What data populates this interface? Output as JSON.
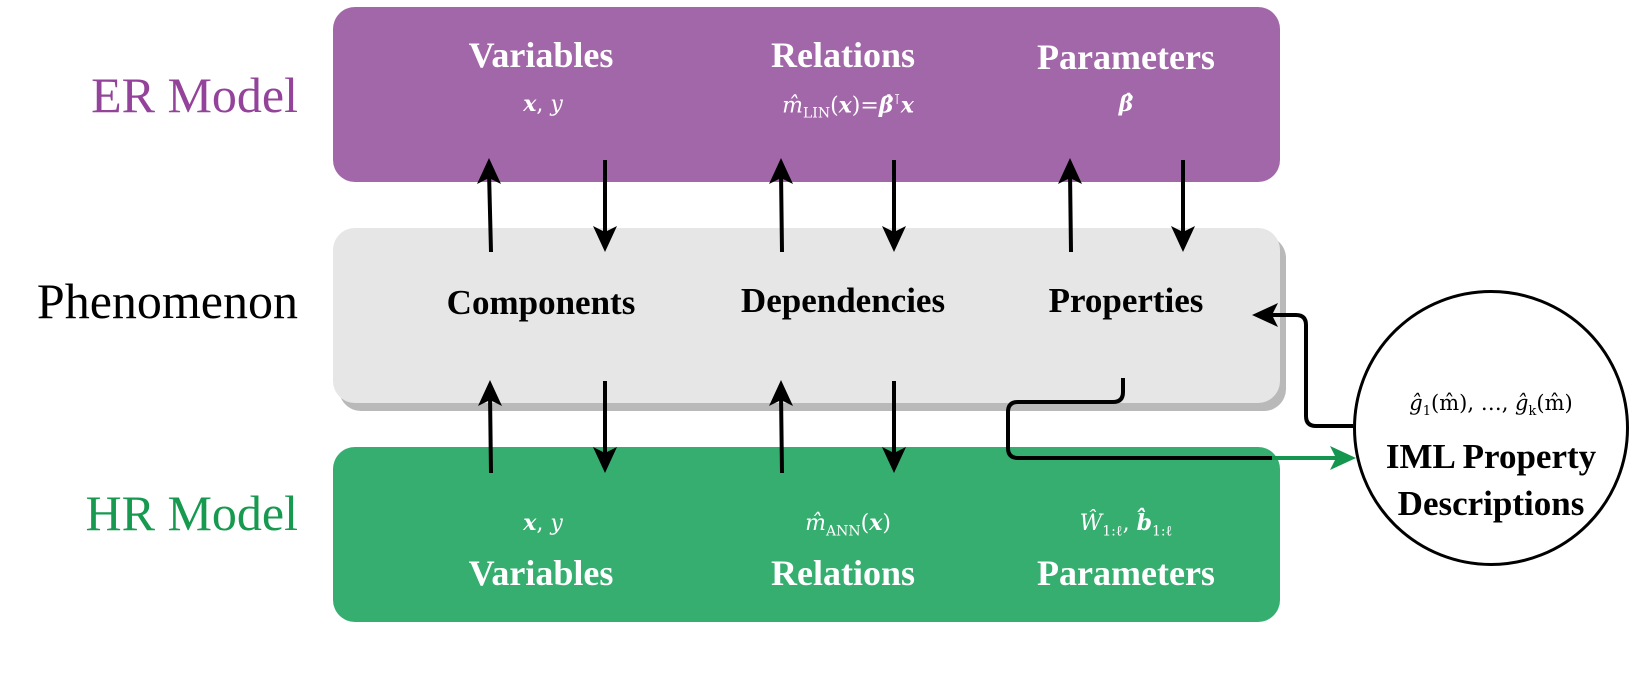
{
  "colors": {
    "er_model": "#a267a8",
    "er_label": "#93449a",
    "hr_model": "#35ae6f",
    "hr_label": "#179a50",
    "phenomenon": "#e6e6e6",
    "phenomenon_label": "#000000",
    "arrow": "#000000",
    "iml_arrow": "#14964e"
  },
  "row_labels": {
    "er": "ER Model",
    "phenomenon": "Phenomenon",
    "hr": "HR Model"
  },
  "er_model": {
    "headings": [
      "Variables",
      "Relations",
      "Parameters"
    ],
    "math": {
      "variables": {
        "x": "x",
        "sep": ", ",
        "y": "y"
      },
      "relations": {
        "m": "m̂",
        "sub": "LIN",
        "arg_open": "(",
        "arg": "x",
        "arg_close": ")",
        "eq": "=",
        "beta": "β̂",
        "transpose": "⊺",
        "x": "x"
      },
      "parameters": {
        "beta": "β̂"
      }
    }
  },
  "phenomenon": {
    "headings": [
      "Components",
      "Dependencies",
      "Properties"
    ]
  },
  "hr_model": {
    "headings": [
      "Variables",
      "Relations",
      "Parameters"
    ],
    "math": {
      "variables": {
        "x": "x",
        "sep": ", ",
        "y": "y"
      },
      "relations": {
        "m": "m̂",
        "sub": "ANN",
        "arg_open": "(",
        "arg": "x",
        "arg_close": ")"
      },
      "parameters": {
        "w": "Ŵ",
        "w_sub": "1:ℓ",
        "sep": ", ",
        "b": "b̂",
        "b_sub": "1:ℓ"
      }
    }
  },
  "iml": {
    "math": {
      "g1": "ĝ",
      "sub1": "1",
      "arg1": "(m̂)",
      "dots": ", …, ",
      "gk": "ĝ",
      "subk": "k",
      "argk": "(m̂)"
    },
    "title_line1": "IML Property",
    "title_line2": "Descriptions"
  }
}
